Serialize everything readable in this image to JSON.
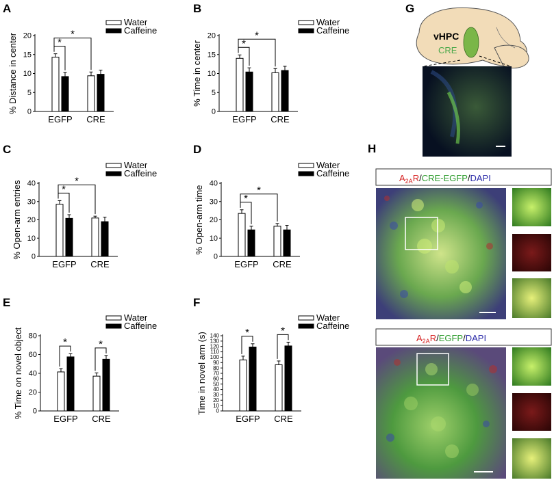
{
  "panels": {
    "A": "A",
    "B": "B",
    "C": "C",
    "D": "D",
    "E": "E",
    "F": "F",
    "G": "G",
    "H": "H"
  },
  "colors": {
    "water_fill": "#ffffff",
    "caffeine_fill": "#000000",
    "bar_stroke": "#000000"
  },
  "chart_data": [
    {
      "id": "A",
      "type": "bar",
      "categories": [
        "EGFP",
        "CRE"
      ],
      "series": [
        {
          "name": "Water",
          "values": [
            14.3,
            9.4
          ],
          "errors": [
            0.9,
            1.0
          ]
        },
        {
          "name": "Caffeine",
          "values": [
            9.2,
            9.8
          ],
          "errors": [
            1.1,
            1.1
          ]
        }
      ],
      "ylabel": "% Distance in center",
      "ylim": [
        0,
        20
      ],
      "yticks": [
        "0",
        "5",
        "10",
        "15",
        "20"
      ],
      "significance": [
        {
          "from": "EGFP-Water",
          "to": "EGFP-Caffeine",
          "label": "*"
        },
        {
          "from": "EGFP-Water",
          "to": "CRE-Water",
          "label": "*"
        }
      ],
      "legend": "top-right",
      "grid": false
    },
    {
      "id": "B",
      "type": "bar",
      "categories": [
        "EGFP",
        "CRE"
      ],
      "series": [
        {
          "name": "Water",
          "values": [
            14.0,
            10.2
          ],
          "errors": [
            0.9,
            1.1
          ]
        },
        {
          "name": "Caffeine",
          "values": [
            10.4,
            10.8
          ],
          "errors": [
            1.1,
            1.1
          ]
        }
      ],
      "ylabel": "% Time in center",
      "ylim": [
        0,
        20
      ],
      "yticks": [
        "0",
        "5",
        "10",
        "15",
        "20"
      ],
      "significance": [
        {
          "from": "EGFP-Water",
          "to": "EGFP-Caffeine",
          "label": "*"
        },
        {
          "from": "EGFP-Water",
          "to": "CRE-Water",
          "label": "*"
        }
      ],
      "legend": "top-right",
      "grid": false
    },
    {
      "id": "C",
      "type": "bar",
      "categories": [
        "EGFP",
        "CRE"
      ],
      "series": [
        {
          "name": "Water",
          "values": [
            28.5,
            21.0
          ],
          "errors": [
            2.0,
            1.0
          ]
        },
        {
          "name": "Caffeine",
          "values": [
            20.8,
            19.0
          ],
          "errors": [
            2.0,
            2.5
          ]
        }
      ],
      "ylabel": "% Open-arm entries",
      "ylim": [
        0,
        40
      ],
      "yticks": [
        "0",
        "10",
        "20",
        "30",
        "40"
      ],
      "significance": [
        {
          "from": "EGFP-Water",
          "to": "EGFP-Caffeine",
          "label": "*"
        },
        {
          "from": "EGFP-Water",
          "to": "CRE-Water",
          "label": "*"
        }
      ],
      "legend": "top-right",
      "grid": false
    },
    {
      "id": "D",
      "type": "bar",
      "categories": [
        "EGFP",
        "CRE"
      ],
      "series": [
        {
          "name": "Water",
          "values": [
            23.5,
            16.5
          ],
          "errors": [
            2.0,
            1.5
          ]
        },
        {
          "name": "Caffeine",
          "values": [
            14.5,
            14.5
          ],
          "errors": [
            2.0,
            2.5
          ]
        }
      ],
      "ylabel": "% Open-arm time",
      "ylim": [
        0,
        40
      ],
      "yticks": [
        "0",
        "10",
        "20",
        "30",
        "40"
      ],
      "significance": [
        {
          "from": "EGFP-Water",
          "to": "EGFP-Caffeine",
          "label": "*"
        },
        {
          "from": "EGFP-Water",
          "to": "CRE-Water",
          "label": "*"
        }
      ],
      "legend": "top-right",
      "grid": false
    },
    {
      "id": "E",
      "type": "bar",
      "categories": [
        "EGFP",
        "CRE"
      ],
      "series": [
        {
          "name": "Water",
          "values": [
            41.5,
            37.0
          ],
          "errors": [
            3.5,
            3.5
          ]
        },
        {
          "name": "Caffeine",
          "values": [
            57.5,
            55.0
          ],
          "errors": [
            3.5,
            4.0
          ]
        }
      ],
      "ylabel": "% Time on novel object",
      "ylim": [
        0,
        80
      ],
      "yticks": [
        "0",
        "20",
        "40",
        "60",
        "80"
      ],
      "significance": [
        {
          "from": "EGFP-Water",
          "to": "EGFP-Caffeine",
          "label": "*"
        },
        {
          "from": "CRE-Water",
          "to": "CRE-Caffeine",
          "label": "*"
        }
      ],
      "legend": "top-right",
      "grid": false
    },
    {
      "id": "F",
      "type": "bar",
      "categories": [
        "EGFP",
        "CRE"
      ],
      "series": [
        {
          "name": "Water",
          "values": [
            95.0,
            86.0
          ],
          "errors": [
            7.0,
            7.0
          ]
        },
        {
          "name": "Caffeine",
          "values": [
            119.0,
            121.0
          ],
          "errors": [
            6.0,
            7.0
          ]
        }
      ],
      "ylabel": "Time in novel arm (s)",
      "ylim": [
        0,
        140
      ],
      "yticks": [
        "0",
        "10",
        "20",
        "30",
        "40",
        "50",
        "60",
        "70",
        "80",
        "90",
        "100",
        "110",
        "120",
        "130",
        "140"
      ],
      "significance": [
        {
          "from": "EGFP-Water",
          "to": "EGFP-Caffeine",
          "label": "*"
        },
        {
          "from": "CRE-Water",
          "to": "CRE-Caffeine",
          "label": "*"
        }
      ],
      "legend": "top-right",
      "grid": false
    }
  ],
  "brain_diagram": {
    "region_label": "vHPC",
    "construct_label": "CRE",
    "region_color": "#7ab648",
    "brain_color": "#f2dcb8"
  },
  "micrographs": [
    {
      "label_red": "A",
      "label_red_sub": "2A",
      "label_red_tail": "R",
      "sep1": "/",
      "label_green": "CRE-EGFP",
      "sep2": "/",
      "label_blue": "DAPI"
    },
    {
      "label_red": "A",
      "label_red_sub": "2A",
      "label_red_tail": "R",
      "sep1": "/",
      "label_green": "EGFP",
      "sep2": "/",
      "label_blue": "DAPI"
    }
  ]
}
